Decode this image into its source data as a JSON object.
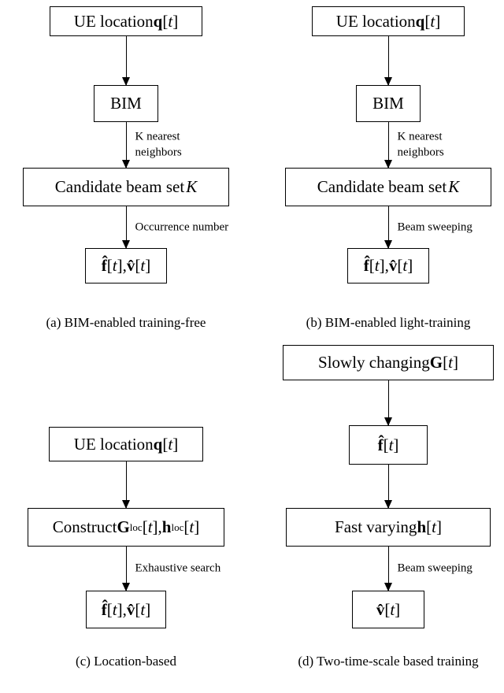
{
  "panels": {
    "a": {
      "caption": "(a)  BIM-enabled training-free",
      "boxes": {
        "ue_location": [
          {
            "t": "UE location ",
            "s": "r"
          },
          {
            "t": "q",
            "s": "b"
          },
          {
            "t": "[",
            "s": "r"
          },
          {
            "t": "t",
            "s": "i"
          },
          {
            "t": "]",
            "s": "r"
          }
        ],
        "bim": "BIM",
        "candidate": [
          {
            "t": "Candidate beam set ",
            "s": "r"
          },
          {
            "t": "K",
            "s": "k"
          }
        ],
        "output": [
          {
            "t": "f̂",
            "s": "b"
          },
          {
            "t": "[",
            "s": "r"
          },
          {
            "t": "t",
            "s": "i"
          },
          {
            "t": "], ",
            "s": "r"
          },
          {
            "t": "v̂",
            "s": "b"
          },
          {
            "t": "[",
            "s": "r"
          },
          {
            "t": "t",
            "s": "i"
          },
          {
            "t": "]",
            "s": "r"
          }
        ]
      },
      "arrow_labels": {
        "knn": "K  nearest\nneighbors",
        "occurrence": "Occurrence number"
      }
    },
    "b": {
      "caption": "(b)  BIM-enabled light-training",
      "boxes": {
        "ue_location": [
          {
            "t": "UE location ",
            "s": "r"
          },
          {
            "t": "q",
            "s": "b"
          },
          {
            "t": "[",
            "s": "r"
          },
          {
            "t": "t",
            "s": "i"
          },
          {
            "t": "]",
            "s": "r"
          }
        ],
        "bim": "BIM",
        "candidate": [
          {
            "t": "Candidate beam set ",
            "s": "r"
          },
          {
            "t": "K",
            "s": "k"
          }
        ],
        "output": [
          {
            "t": "f̂",
            "s": "b"
          },
          {
            "t": "[",
            "s": "r"
          },
          {
            "t": "t",
            "s": "i"
          },
          {
            "t": "], ",
            "s": "r"
          },
          {
            "t": "v̂",
            "s": "b"
          },
          {
            "t": "[",
            "s": "r"
          },
          {
            "t": "t",
            "s": "i"
          },
          {
            "t": "]",
            "s": "r"
          }
        ]
      },
      "arrow_labels": {
        "knn": "K  nearest\nneighbors",
        "beam_sweeping": "Beam sweeping"
      }
    },
    "c": {
      "caption": "(c)  Location-based",
      "boxes": {
        "ue_location": [
          {
            "t": "UE location ",
            "s": "r"
          },
          {
            "t": "q",
            "s": "b"
          },
          {
            "t": "[",
            "s": "r"
          },
          {
            "t": "t",
            "s": "i"
          },
          {
            "t": "]",
            "s": "r"
          }
        ],
        "construct": [
          {
            "t": "Construct  ",
            "s": "r"
          },
          {
            "t": "G",
            "s": "b"
          },
          {
            "t": "loc",
            "s": "sub"
          },
          {
            "t": "[",
            "s": "r"
          },
          {
            "t": "t",
            "s": "i"
          },
          {
            "t": "], ",
            "s": "r"
          },
          {
            "t": "h",
            "s": "b"
          },
          {
            "t": "loc",
            "s": "sub"
          },
          {
            "t": "[",
            "s": "r"
          },
          {
            "t": "t",
            "s": "i"
          },
          {
            "t": "]",
            "s": "r"
          }
        ],
        "output": [
          {
            "t": "f̂",
            "s": "b"
          },
          {
            "t": "[",
            "s": "r"
          },
          {
            "t": "t",
            "s": "i"
          },
          {
            "t": "], ",
            "s": "r"
          },
          {
            "t": "v̂",
            "s": "b"
          },
          {
            "t": "[",
            "s": "r"
          },
          {
            "t": "t",
            "s": "i"
          },
          {
            "t": "]",
            "s": "r"
          }
        ]
      },
      "arrow_labels": {
        "exhaustive": "Exhaustive search"
      }
    },
    "d": {
      "caption": "(d)  Two-time-scale based training",
      "boxes": {
        "slowly": [
          {
            "t": "Slowly changing ",
            "s": "r"
          },
          {
            "t": "G",
            "s": "b"
          },
          {
            "t": "[",
            "s": "r"
          },
          {
            "t": "t",
            "s": "i"
          },
          {
            "t": "]",
            "s": "r"
          }
        ],
        "fhat": [
          {
            "t": "f̂",
            "s": "b"
          },
          {
            "t": "[",
            "s": "r"
          },
          {
            "t": "t",
            "s": "i"
          },
          {
            "t": "]",
            "s": "r"
          }
        ],
        "fast": [
          {
            "t": "Fast varying  ",
            "s": "r"
          },
          {
            "t": "h",
            "s": "b"
          },
          {
            "t": "[",
            "s": "r"
          },
          {
            "t": "t",
            "s": "i"
          },
          {
            "t": "]",
            "s": "r"
          }
        ],
        "vhat": [
          {
            "t": "v̂",
            "s": "b"
          },
          {
            "t": "[",
            "s": "r"
          },
          {
            "t": "t",
            "s": "i"
          },
          {
            "t": "]",
            "s": "r"
          }
        ]
      },
      "arrow_labels": {
        "beam_sweeping": "Beam sweeping"
      }
    }
  }
}
